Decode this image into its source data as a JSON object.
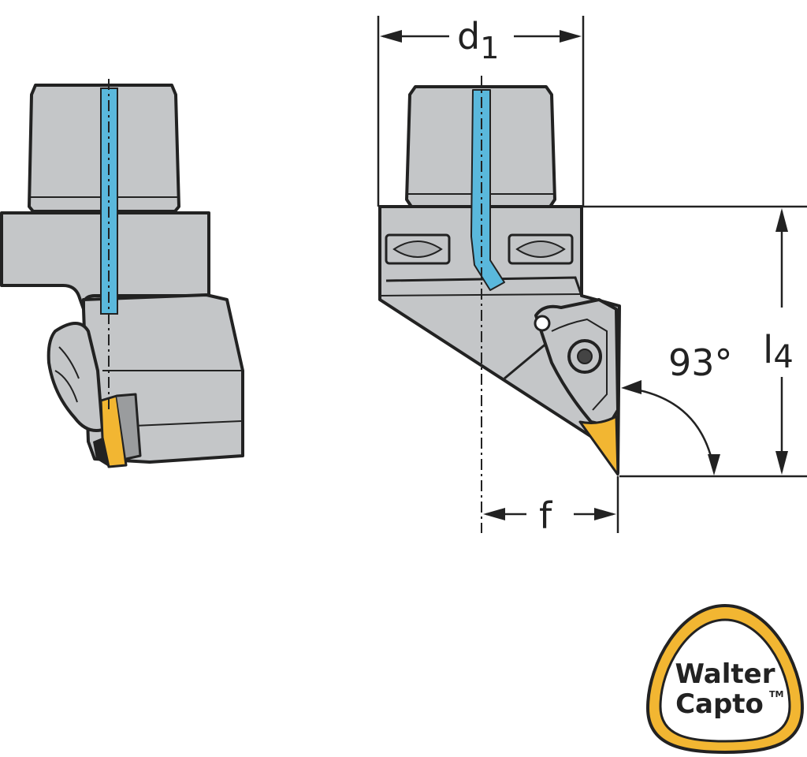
{
  "dimensions": {
    "d1": {
      "symbol": "d",
      "subscript": "1"
    },
    "l4": {
      "symbol": "l",
      "subscript": "4"
    },
    "f": {
      "symbol": "f"
    },
    "angle": "93°"
  },
  "logo": {
    "line1": "Walter",
    "line2": "Capto",
    "trademark": "TM"
  },
  "colors": {
    "body": "#c4c6c8",
    "outline": "#222222",
    "coolant": "#5ab8dc",
    "insert": "#f2b632",
    "logo_ring": "#f2b632"
  }
}
